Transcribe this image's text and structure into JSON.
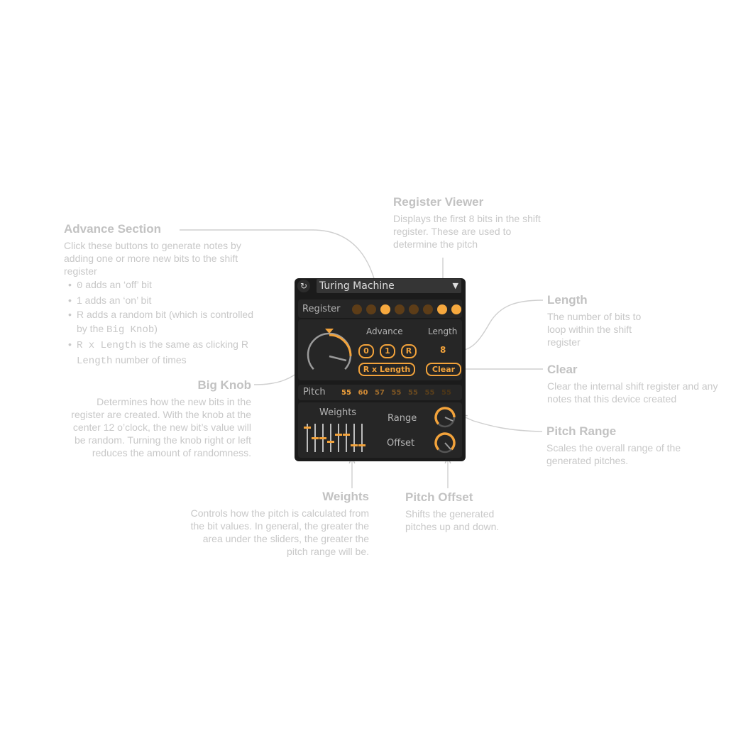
{
  "device": {
    "title": "Turing Machine",
    "reset_icon": "reset-icon",
    "register_label": "Register",
    "register_bits": [
      0,
      0,
      1,
      0,
      0,
      0,
      1,
      1
    ],
    "advance_label": "Advance",
    "length_label": "Length",
    "length_value": "8",
    "buttons": {
      "zero": "0",
      "one": "1",
      "random": "R",
      "r_length": "R x Length",
      "clear": "Clear"
    },
    "pitch_label": "Pitch",
    "pitches": [
      "55",
      "60",
      "57",
      "55",
      "55",
      "55",
      "55"
    ],
    "weights_label": "Weights",
    "weights": [
      0.88,
      0.5,
      0.5,
      0.38,
      0.62,
      0.62,
      0.25,
      0.25
    ],
    "range_label": "Range",
    "offset_label": "Offset",
    "colors": {
      "accent": "#f3a33b",
      "led_off": "#5d3d18",
      "panel": "#1b1b1b",
      "section": "#262626"
    }
  },
  "annotations": {
    "advance": {
      "title": "Advance Section",
      "body": "Click these buttons to generate notes by adding one or more new bits to the shift register",
      "b1_code": "0",
      "b1_text": " adds an ‘off’ bit",
      "b2_text": "1 adds an ‘on’ bit",
      "b3_text1": "R adds a random bit (which is controlled by the ",
      "b3_code": "Big Knob",
      "b3_text2": ")",
      "b4_code1": "R x Length",
      "b4_text1": " is the same as clicking ",
      "b4_text2": "R",
      "b4_code2": "Length",
      "b4_text3": " number of times"
    },
    "register_viewer": {
      "title": "Register Viewer",
      "body": "Displays the first 8 bits in the shift register. These are used to determine the pitch"
    },
    "length": {
      "title": "Length",
      "body": "The number of bits to loop within the shift register"
    },
    "clear": {
      "title": "Clear",
      "body": "Clear the internal shift register and any notes that this device created"
    },
    "big_knob": {
      "title": "Big Knob",
      "body": "Determines how the new bits in the register are created. With the knob at the center 12 o’clock, the new bit’s value will be random. Turning the knob right or left reduces the amount of randomness."
    },
    "pitch_range": {
      "title": "Pitch Range",
      "body": "Scales the overall range of the generated pitches."
    },
    "weights": {
      "title": "Weights",
      "body": "Controls how the pitch is calculated from the bit values. In general, the greater the area under the sliders, the greater the pitch range will be."
    },
    "pitch_offset": {
      "title": "Pitch Offset",
      "body": "Shifts the generated pitches up and down."
    }
  }
}
